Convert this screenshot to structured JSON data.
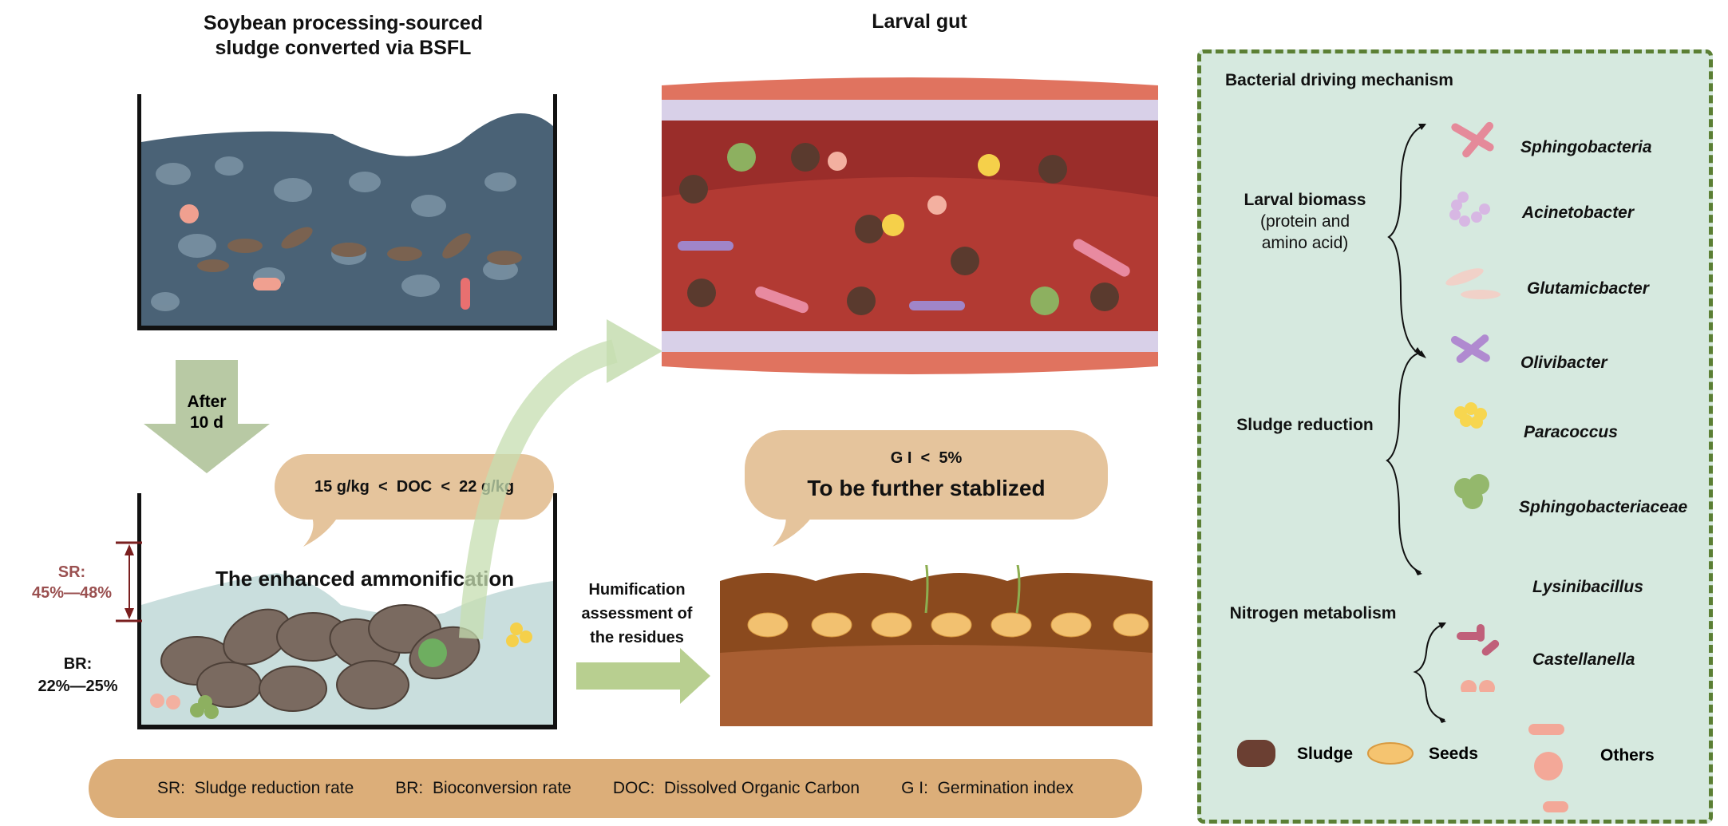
{
  "left": {
    "title_line1": "Soybean processing-sourced",
    "title_line2": "sludge converted via BSFL",
    "after_label_line1": "After",
    "after_label_line2": "10 d",
    "doc_bubble": "15 g/kg  <  DOC  <  22 g/kg",
    "sr_label": "SR:",
    "sr_value": "45%—48%",
    "br_label": "BR:",
    "br_value": "22%—25%",
    "ammonification": "The enhanced ammonification"
  },
  "middle": {
    "gut_title": "Larval gut",
    "gi_bubble_line1": "G I  <  5%",
    "gi_bubble_line2": "To be further stablized",
    "humification_line1": "Humification",
    "humification_line2": "assessment of",
    "humification_line3": "the residues"
  },
  "legend": [
    {
      "abbr": "SR:",
      "text": "Sludge reduction rate"
    },
    {
      "abbr": "BR:",
      "text": "Bioconversion rate"
    },
    {
      "abbr": "DOC:",
      "text": "Dissolved Organic Carbon"
    },
    {
      "abbr": "G I:",
      "text": "Germination index"
    }
  ],
  "panel": {
    "title": "Bacterial driving mechanism",
    "groups": [
      {
        "line1": "Larval biomass",
        "line2": "(protein and",
        "line3": "amino acid)"
      },
      {
        "line1": "Sludge reduction"
      },
      {
        "line1": "Nitrogen metabolism"
      }
    ],
    "bacteria": [
      "Sphingobacteria",
      "Acinetobacter",
      "Glutamicbacter",
      "Olivibacter",
      "Paracoccus",
      "Sphingobacteriaceae",
      "Lysinibacillus",
      "Castellanella"
    ],
    "key": {
      "sludge": "Sludge",
      "seeds": "Seeds",
      "others": "Others"
    }
  },
  "colors": {
    "legend_bar": "#dcae79",
    "bubble": "#e5c49c",
    "panel_bg": "#d6e9df",
    "panel_border": "#5b7f34",
    "sr": "#8b3a3a"
  }
}
